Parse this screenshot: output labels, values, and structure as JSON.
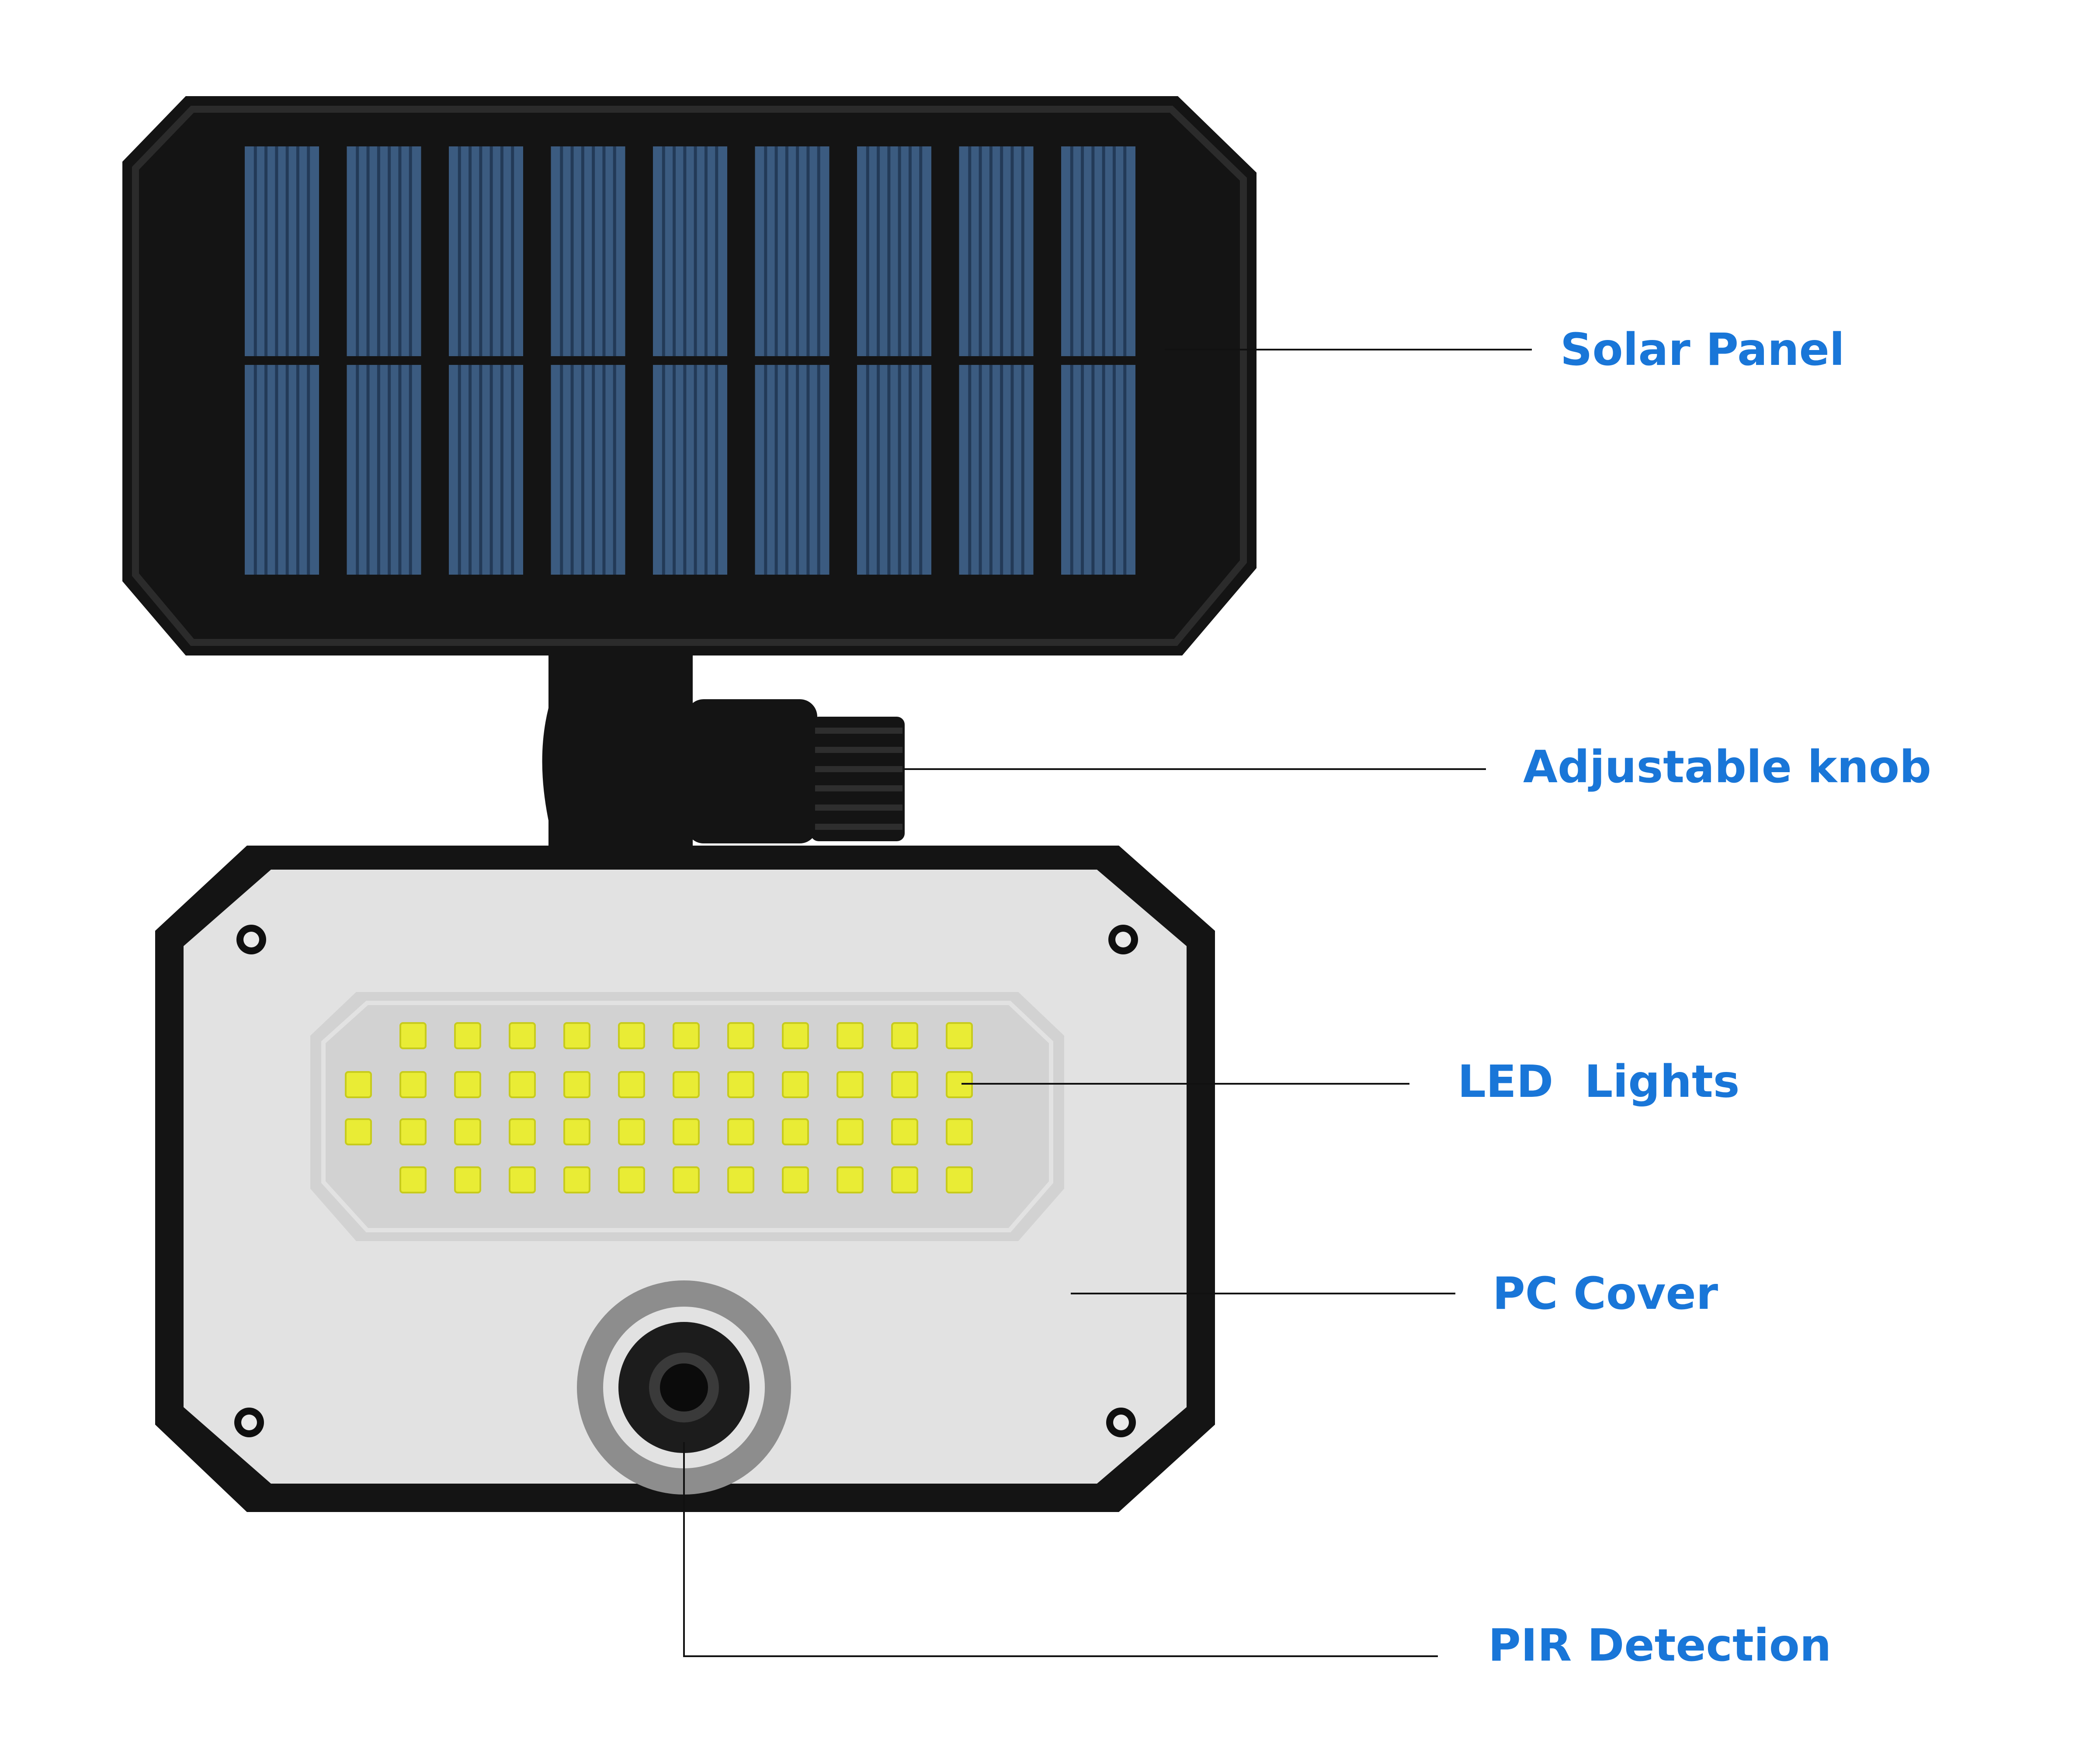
{
  "colors": {
    "label": "#1976d8",
    "leader_line": "#111111",
    "housing": "#141414",
    "housing_rim": "#2b2b2b",
    "solar_cell": "#3b5b80",
    "solar_cell_line": "#233a57",
    "pc_cover": "#e2e2e2",
    "led_recess": "#d2d2d2",
    "led": "#e9ec35",
    "led_edge": "#c7cb1d",
    "pir_ring": "#8d8d8d",
    "pir_lens": "#1c1c1c"
  },
  "product": {
    "solar_cell_columns": 9,
    "solar_cell_rows": 2,
    "led_count": 46,
    "screw_count": 4
  },
  "callouts": [
    {
      "id": "solar-panel",
      "label": "Solar Panel"
    },
    {
      "id": "adjustable-knob",
      "label": "Adjustable knob"
    },
    {
      "id": "led-lights",
      "label": "LED  Lights"
    },
    {
      "id": "pc-cover",
      "label": "PC Cover"
    },
    {
      "id": "pir-detection",
      "label": "PIR Detection"
    }
  ]
}
